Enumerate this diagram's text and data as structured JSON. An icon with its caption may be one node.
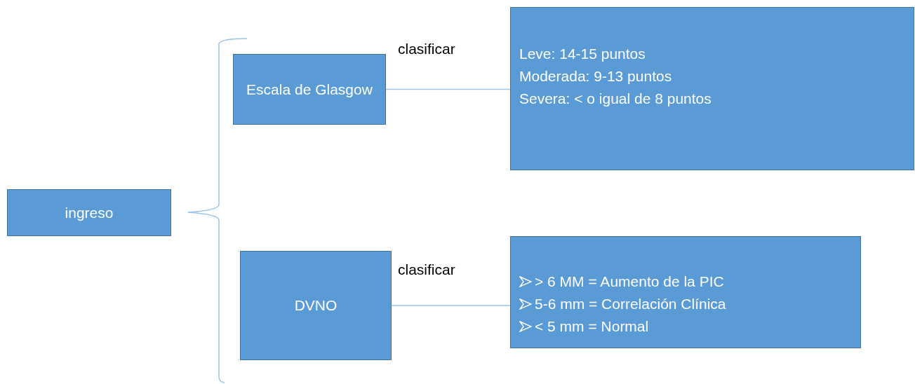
{
  "diagram": {
    "nodes": [
      {
        "text": [
          "ingreso"
        ]
      },
      {
        "text": [
          "Escala de Glasgow"
        ]
      },
      {
        "text": [
          "Leve: 14-15 puntos",
          "Moderada: 9-13 puntos",
          "Severa: < o igual de 8 puntos"
        ]
      },
      {
        "text": [
          "DVNO"
        ]
      },
      {
        "text": [
          "> 6 MM = Aumento de la PIC",
          "5-6 mm = Correlación Clínica",
          "< 5 mm = Normal"
        ]
      }
    ],
    "edges": [
      {
        "from": 1,
        "to": 2,
        "arrow": "none",
        "label": "clasificar"
      },
      {
        "from": 3,
        "to": 4,
        "arrow": "none",
        "label": "clasificar"
      }
    ]
  }
}
